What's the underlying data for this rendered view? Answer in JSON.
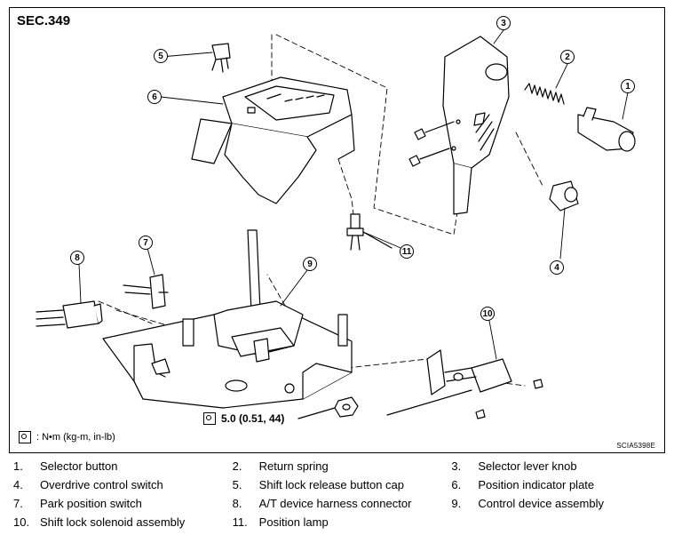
{
  "diagram": {
    "section": "SEC.349",
    "figure_code": "SCIA5398E",
    "units_label": ": N•m  (kg-m,  in-lb)",
    "torque_value": "5.0  (0.51,  44)",
    "callouts": [
      "1",
      "2",
      "3",
      "4",
      "5",
      "6",
      "7",
      "8",
      "9",
      "10",
      "11"
    ]
  },
  "legend": [
    [
      {
        "num": "1.",
        "label": "Selector button"
      },
      {
        "num": "2.",
        "label": "Return spring"
      },
      {
        "num": "3.",
        "label": "Selector lever knob"
      }
    ],
    [
      {
        "num": "4.",
        "label": "Overdrive control switch"
      },
      {
        "num": "5.",
        "label": "Shift lock release button cap"
      },
      {
        "num": "6.",
        "label": "Position indicator plate"
      }
    ],
    [
      {
        "num": "7.",
        "label": "Park position switch"
      },
      {
        "num": "8.",
        "label": "A/T device harness connector"
      },
      {
        "num": "9.",
        "label": "Control device assembly"
      }
    ],
    [
      {
        "num": "10.",
        "label": "Shift lock solenoid assembly"
      },
      {
        "num": "11.",
        "label": "Position lamp"
      },
      {
        "num": "",
        "label": ""
      }
    ]
  ]
}
